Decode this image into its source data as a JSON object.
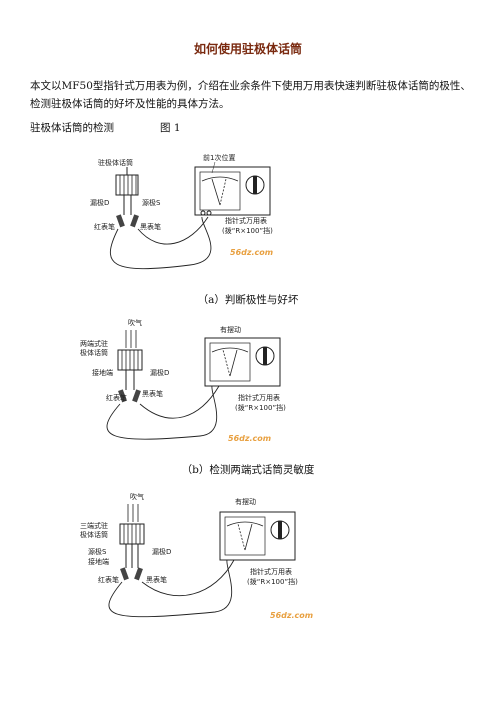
{
  "doc": {
    "title": "如何使用驻极体话筒",
    "intro": "本文以MF50型指针式万用表为例，介绍在业余条件下使用万用表快速判断驻极体话筒的极性、检测驻极体话筒的好坏及性能的具体方法。",
    "section": "驻极体话筒的检测",
    "figure_no": "图 1"
  },
  "fig_a": {
    "caption": "（a）判断极性与好坏",
    "mic": "驻极体话筒",
    "drain": "漏极D",
    "source": "源极S",
    "red": "红表笔",
    "black": "黑表笔",
    "needle": "前1次位置",
    "meter1": "指针式万用表",
    "meter2": "(拨“R×100”挡)",
    "watermark": "56dz.com"
  },
  "fig_b": {
    "caption": "（b）检测两端式话筒灵敏度",
    "blow": "吹气",
    "mic1": "两端式驻",
    "mic2": "极体话筒",
    "ground": "接地端",
    "drain": "漏极D",
    "red": "红表笔",
    "black": "黑表笔",
    "swing": "有摆动",
    "meter1": "指针式万用表",
    "meter2": "(拨“R×100”挡)",
    "watermark": "56dz.com"
  },
  "fig_c": {
    "blow": "吹气",
    "mic1": "三端式驻",
    "mic2": "极体话筒",
    "source": "源极S",
    "ground": "接地端",
    "drain": "漏极D",
    "red": "红表笔",
    "black": "黑表笔",
    "swing": "有摆动",
    "meter1": "指针式万用表",
    "meter2": "(拨“R×100”挡)",
    "watermark": "56dz.com"
  }
}
